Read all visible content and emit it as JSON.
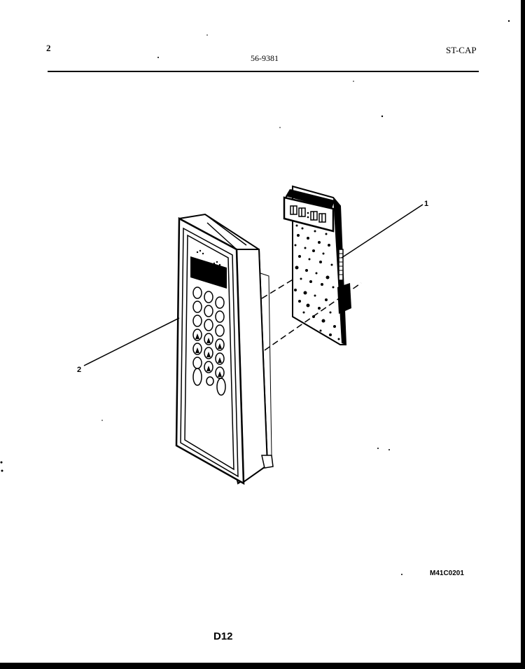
{
  "header": {
    "page_number": "2",
    "document_number": "56-9381",
    "model_code": "ST-CAP"
  },
  "diagram": {
    "callouts": [
      "1",
      "2"
    ],
    "drawing_id": "M41C0201",
    "page_code": "D12"
  }
}
